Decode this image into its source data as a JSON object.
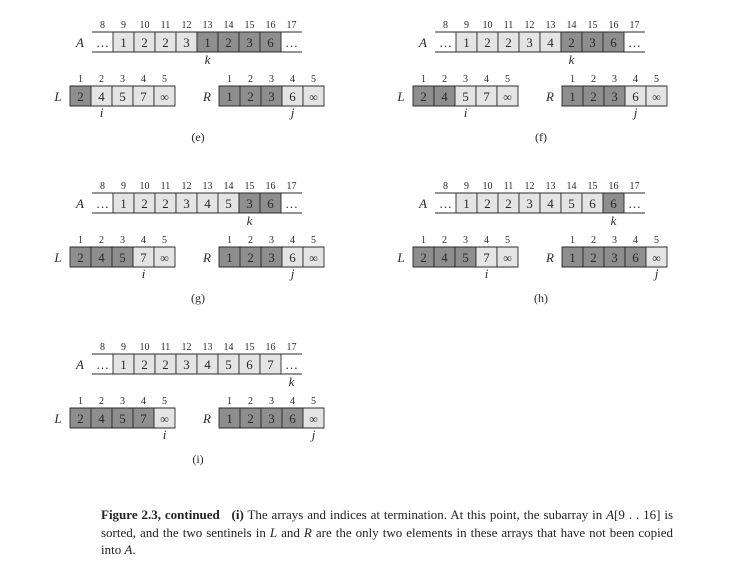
{
  "colors": {
    "dark": "#8e8e8e",
    "light": "#e4e4e4",
    "white": "#ffffff",
    "line": "#2a2a2a"
  },
  "panels": [
    {
      "label": "(e)",
      "A": {
        "name": "A",
        "indices": [
          "8",
          "9",
          "10",
          "11",
          "12",
          "13",
          "14",
          "15",
          "16",
          "17"
        ],
        "cells": [
          "…",
          "1",
          "2",
          "2",
          "3",
          "1",
          "2",
          "3",
          "6",
          "…"
        ],
        "shade": [
          "none",
          "light",
          "light",
          "light",
          "light",
          "dark",
          "dark",
          "dark",
          "dark",
          "none"
        ]
      },
      "L": {
        "name": "L",
        "indices": [
          "1",
          "2",
          "3",
          "4",
          "5"
        ],
        "cells": [
          "2",
          "4",
          "5",
          "7",
          "∞"
        ],
        "shade": [
          "dark",
          "light",
          "light",
          "light",
          "light"
        ]
      },
      "R": {
        "name": "R",
        "indices": [
          "1",
          "2",
          "3",
          "4",
          "5"
        ],
        "cells": [
          "1",
          "2",
          "3",
          "6",
          "∞"
        ],
        "shade": [
          "dark",
          "dark",
          "dark",
          "light",
          "light"
        ]
      },
      "pointers": {
        "k": 5,
        "i": 1,
        "j": 3
      }
    },
    {
      "label": "(f)",
      "A": {
        "name": "A",
        "indices": [
          "8",
          "9",
          "10",
          "11",
          "12",
          "13",
          "14",
          "15",
          "16",
          "17"
        ],
        "cells": [
          "…",
          "1",
          "2",
          "2",
          "3",
          "4",
          "2",
          "3",
          "6",
          "…"
        ],
        "shade": [
          "none",
          "light",
          "light",
          "light",
          "light",
          "light",
          "dark",
          "dark",
          "dark",
          "none"
        ]
      },
      "L": {
        "name": "L",
        "indices": [
          "1",
          "2",
          "3",
          "4",
          "5"
        ],
        "cells": [
          "2",
          "4",
          "5",
          "7",
          "∞"
        ],
        "shade": [
          "dark",
          "dark",
          "light",
          "light",
          "light"
        ]
      },
      "R": {
        "name": "R",
        "indices": [
          "1",
          "2",
          "3",
          "4",
          "5"
        ],
        "cells": [
          "1",
          "2",
          "3",
          "6",
          "∞"
        ],
        "shade": [
          "dark",
          "dark",
          "dark",
          "light",
          "light"
        ]
      },
      "pointers": {
        "k": 6,
        "i": 2,
        "j": 3
      }
    },
    {
      "label": "(g)",
      "A": {
        "name": "A",
        "indices": [
          "8",
          "9",
          "10",
          "11",
          "12",
          "13",
          "14",
          "15",
          "16",
          "17"
        ],
        "cells": [
          "…",
          "1",
          "2",
          "2",
          "3",
          "4",
          "5",
          "3",
          "6",
          "…"
        ],
        "shade": [
          "none",
          "light",
          "light",
          "light",
          "light",
          "light",
          "light",
          "dark",
          "dark",
          "none"
        ]
      },
      "L": {
        "name": "L",
        "indices": [
          "1",
          "2",
          "3",
          "4",
          "5"
        ],
        "cells": [
          "2",
          "4",
          "5",
          "7",
          "∞"
        ],
        "shade": [
          "dark",
          "dark",
          "dark",
          "light",
          "light"
        ]
      },
      "R": {
        "name": "R",
        "indices": [
          "1",
          "2",
          "3",
          "4",
          "5"
        ],
        "cells": [
          "1",
          "2",
          "3",
          "6",
          "∞"
        ],
        "shade": [
          "dark",
          "dark",
          "dark",
          "light",
          "light"
        ]
      },
      "pointers": {
        "k": 7,
        "i": 3,
        "j": 3
      }
    },
    {
      "label": "(h)",
      "A": {
        "name": "A",
        "indices": [
          "8",
          "9",
          "10",
          "11",
          "12",
          "13",
          "14",
          "15",
          "16",
          "17"
        ],
        "cells": [
          "…",
          "1",
          "2",
          "2",
          "3",
          "4",
          "5",
          "6",
          "6",
          "…"
        ],
        "shade": [
          "none",
          "light",
          "light",
          "light",
          "light",
          "light",
          "light",
          "light",
          "dark",
          "none"
        ]
      },
      "L": {
        "name": "L",
        "indices": [
          "1",
          "2",
          "3",
          "4",
          "5"
        ],
        "cells": [
          "2",
          "4",
          "5",
          "7",
          "∞"
        ],
        "shade": [
          "dark",
          "dark",
          "dark",
          "light",
          "light"
        ]
      },
      "R": {
        "name": "R",
        "indices": [
          "1",
          "2",
          "3",
          "4",
          "5"
        ],
        "cells": [
          "1",
          "2",
          "3",
          "6",
          "∞"
        ],
        "shade": [
          "dark",
          "dark",
          "dark",
          "dark",
          "light"
        ]
      },
      "pointers": {
        "k": 8,
        "i": 3,
        "j": 4
      }
    },
    {
      "label": "(i)",
      "A": {
        "name": "A",
        "indices": [
          "8",
          "9",
          "10",
          "11",
          "12",
          "13",
          "14",
          "15",
          "16",
          "17"
        ],
        "cells": [
          "…",
          "1",
          "2",
          "2",
          "3",
          "4",
          "5",
          "6",
          "7",
          "…"
        ],
        "shade": [
          "none",
          "light",
          "light",
          "light",
          "light",
          "light",
          "light",
          "light",
          "light",
          "none"
        ]
      },
      "L": {
        "name": "L",
        "indices": [
          "1",
          "2",
          "3",
          "4",
          "5"
        ],
        "cells": [
          "2",
          "4",
          "5",
          "7",
          "∞"
        ],
        "shade": [
          "dark",
          "dark",
          "dark",
          "dark",
          "light"
        ]
      },
      "R": {
        "name": "R",
        "indices": [
          "1",
          "2",
          "3",
          "4",
          "5"
        ],
        "cells": [
          "1",
          "2",
          "3",
          "6",
          "∞"
        ],
        "shade": [
          "dark",
          "dark",
          "dark",
          "dark",
          "light"
        ]
      },
      "pointers": {
        "k": 9,
        "i": 4,
        "j": 4
      }
    }
  ],
  "caption": {
    "label": "Figure 2.3, continued",
    "part": "(i)",
    "text1": "The arrays and indices at termination. At this point, the subarray in",
    "aname": "A",
    "range": "[9 . . 16]",
    "text2": "is sorted, and the two sentinels in",
    "lname": "L",
    "and": "and",
    "rname": "R",
    "text3": "are the only two elements in these arrays that have not been copied into",
    "aname2": "A",
    "end": "."
  }
}
